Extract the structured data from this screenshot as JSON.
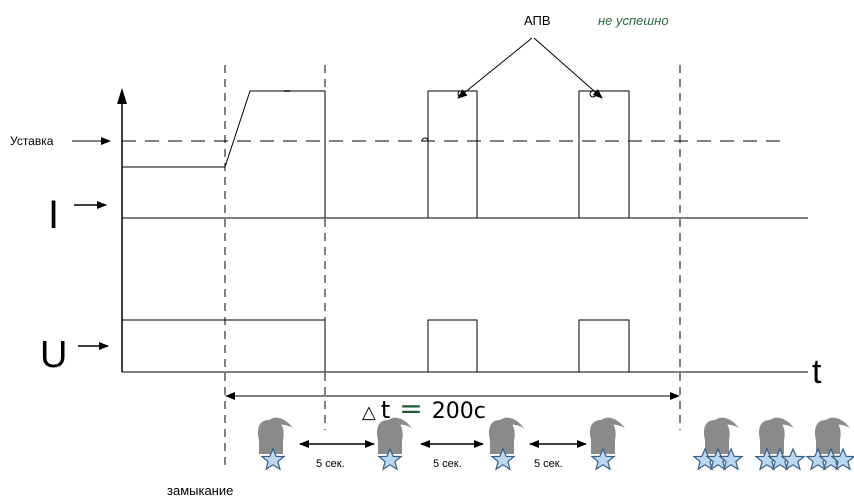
{
  "labels": {
    "setpoint": "Уставка",
    "current": "I",
    "voltage": "U",
    "time": "t",
    "reclose": "АПВ",
    "reclose_status": "не успешно",
    "delta_symbol": "△",
    "delta_var": "t",
    "delta_eq": "=",
    "delta_value": "200с",
    "interval_1": "5 сек.",
    "interval_2": "5 сек.",
    "interval_3": "5 сек.",
    "fault": "замыкание"
  },
  "icons": {
    "spark": "star-icon",
    "figure": "fighter-figure"
  },
  "colors": {
    "status_text": "#2d6a3b",
    "equals_sign": "#1e5a32",
    "spark_fill": "#bcd8f0",
    "figure_fill": "#8a8a8a"
  }
}
